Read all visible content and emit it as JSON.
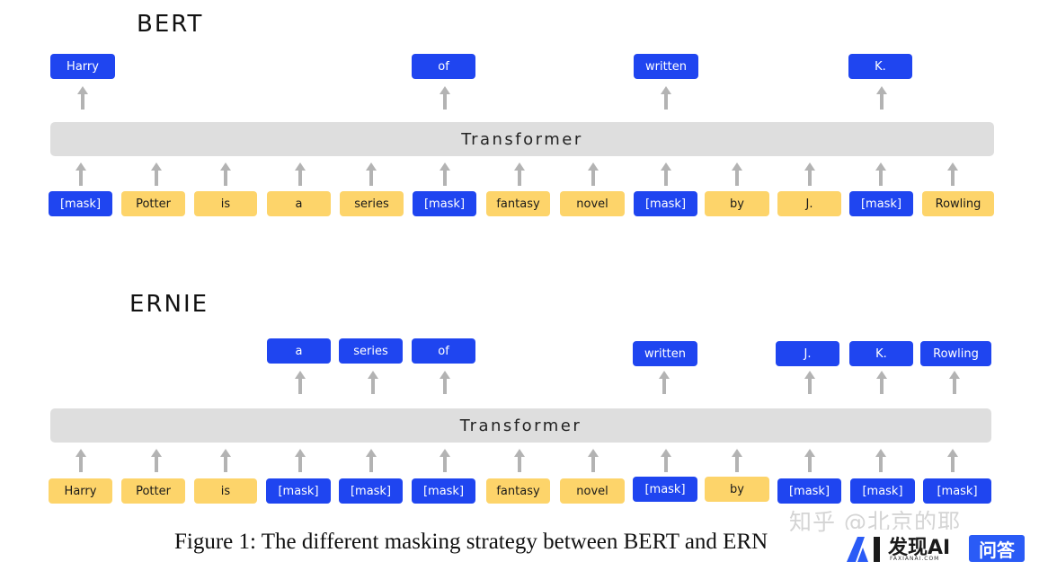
{
  "bert": {
    "title": "BERT",
    "transformer_label": "Transformer",
    "outputs": [
      "Harry",
      "of",
      "written",
      "K."
    ],
    "inputs": [
      "[mask]",
      "Potter",
      "is",
      "a",
      "series",
      "[mask]",
      "fantasy",
      "novel",
      "[mask]",
      "by",
      "J.",
      "[mask]",
      "Rowling"
    ]
  },
  "ernie": {
    "title": "ERNIE",
    "transformer_label": "Transformer",
    "outputs": [
      "a",
      "series",
      "of",
      "written",
      "J.",
      "K.",
      "Rowling"
    ],
    "inputs": [
      "Harry",
      "Potter",
      "is",
      "[mask]",
      "[mask]",
      "[mask]",
      "fantasy",
      "novel",
      "[mask]",
      "by",
      "[mask]",
      "[mask]",
      "[mask]"
    ]
  },
  "caption": "Figure 1: The different masking strategy between BERT and ERN",
  "watermark": {
    "zhihu": "知乎 @北京的耶",
    "brand": "发现AI",
    "brand_sub": "FAXIANAI.COM",
    "badge": "问答"
  },
  "colors": {
    "mask_blue": "#1f45f0",
    "word_yellow": "#fdd46a",
    "transformer_gray": "#dedede",
    "arrow_gray": "#b3b3b3"
  }
}
